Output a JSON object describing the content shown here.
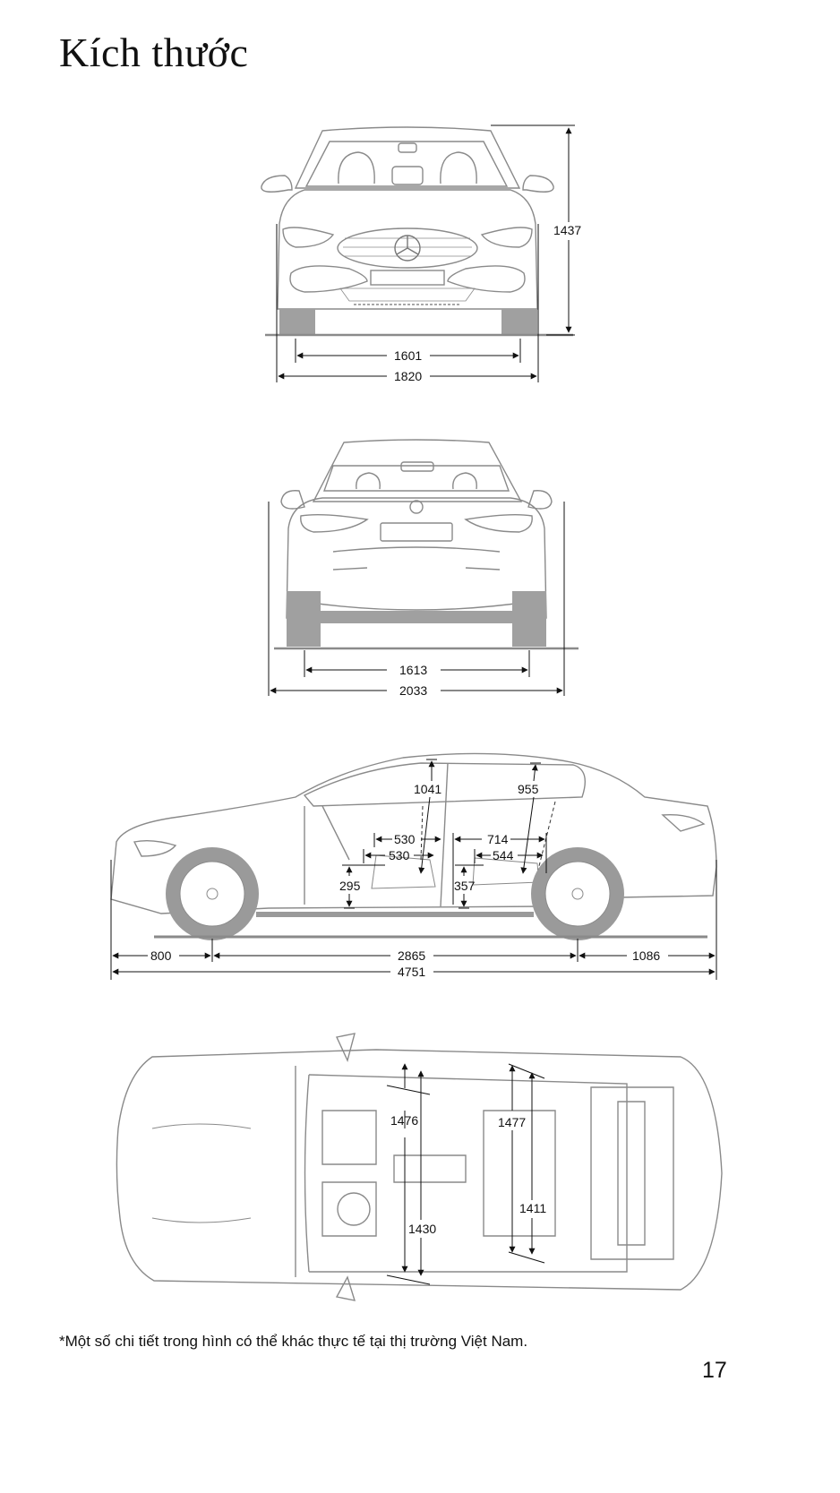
{
  "page": {
    "title": "Kích thước",
    "footnote": "*Một số chi tiết trong hình có thể khác thực tế tại thị trường Việt Nam.",
    "page_number": "17"
  },
  "views": {
    "front": {
      "height": "1437",
      "track": "1601",
      "width": "1820"
    },
    "rear": {
      "track": "1613",
      "width_incl_mirrors": "2033"
    },
    "side": {
      "front_headroom": "1041",
      "rear_headroom": "955",
      "front_legroom_upper": "530",
      "front_legroom_lower": "530",
      "rear_legroom_upper": "714",
      "rear_legroom_lower": "544",
      "front_seat_height": "295",
      "rear_seat_height": "357",
      "front_overhang": "800",
      "wheelbase": "2865",
      "rear_overhang": "1086",
      "length": "4751"
    },
    "top": {
      "front_shoulder_width": "1476",
      "front_elbow_width": "1430",
      "rear_shoulder_width": "1477",
      "rear_elbow_width": "1411"
    }
  },
  "colors": {
    "line": "#8a8a8a",
    "dark": "#111111",
    "fill": "#9a9a9a"
  }
}
